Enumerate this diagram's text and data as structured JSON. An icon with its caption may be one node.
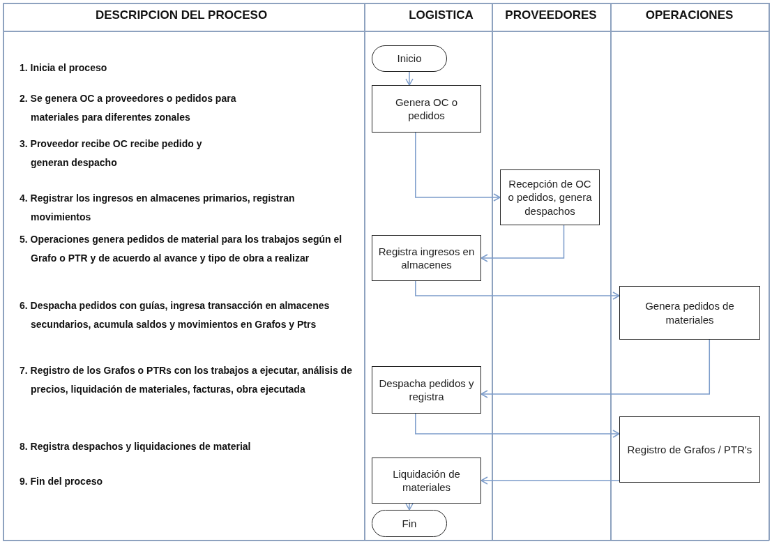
{
  "diagram": {
    "nodes": [
      {
        "text": [
          "Inicio"
        ]
      },
      {
        "text": [
          "Genera OC o pedidos"
        ]
      },
      {
        "text": [
          "Recepción de OC o pedidos, genera despachos"
        ]
      },
      {
        "text": [
          "Registra ingresos en almacenes"
        ]
      },
      {
        "text": [
          "Genera pedidos de materiales"
        ]
      },
      {
        "text": [
          "Despacha pedidos y registra"
        ]
      },
      {
        "text": [
          "Registro de Grafos / PTR's"
        ]
      },
      {
        "text": [
          "Liquidación de materiales"
        ]
      },
      {
        "text": [
          "Fin"
        ]
      }
    ],
    "edges": [
      {
        "from": 0,
        "to": 1,
        "arrow": "to"
      },
      {
        "from": 1,
        "to": 2,
        "arrow": "to"
      },
      {
        "from": 2,
        "to": 3,
        "arrow": "to"
      },
      {
        "from": 3,
        "to": 4,
        "arrow": "to"
      },
      {
        "from": 4,
        "to": 5,
        "arrow": "to"
      },
      {
        "from": 5,
        "to": 6,
        "arrow": "to"
      },
      {
        "from": 6,
        "to": 7,
        "arrow": "to"
      },
      {
        "from": 7,
        "to": 8,
        "arrow": "to"
      }
    ],
    "labels": [
      "DESCRIPCION DEL PROCESO",
      "LOGISTICA",
      "PROVEEDORES",
      "OPERACIONES",
      "1. Inicia el proceso",
      "2. Se genera OC a proveedores o pedidos para materiales para diferentes zonales",
      "3. Proveedor recibe OC recibe pedido y generan despacho",
      "4. Registrar los ingresos en almacenes primarios, registran movimientos",
      "5. Operaciones genera pedidos de material para los trabajos según el Grafo o PTR y de acuerdo al avance y tipo de obra a realizar",
      "6. Despacha pedidos con guías, ingresa transacción en almacenes secundarios, acumula saldos y movimientos en Grafos y Ptrs",
      "7. Registro de los Grafos o PTRs con los trabajos a ejecutar, análisis de precios, liquidación de materiales, facturas, obra ejecutada",
      "8. Registra despachos y liquidaciones de material",
      "9. Fin del proceso"
    ]
  }
}
